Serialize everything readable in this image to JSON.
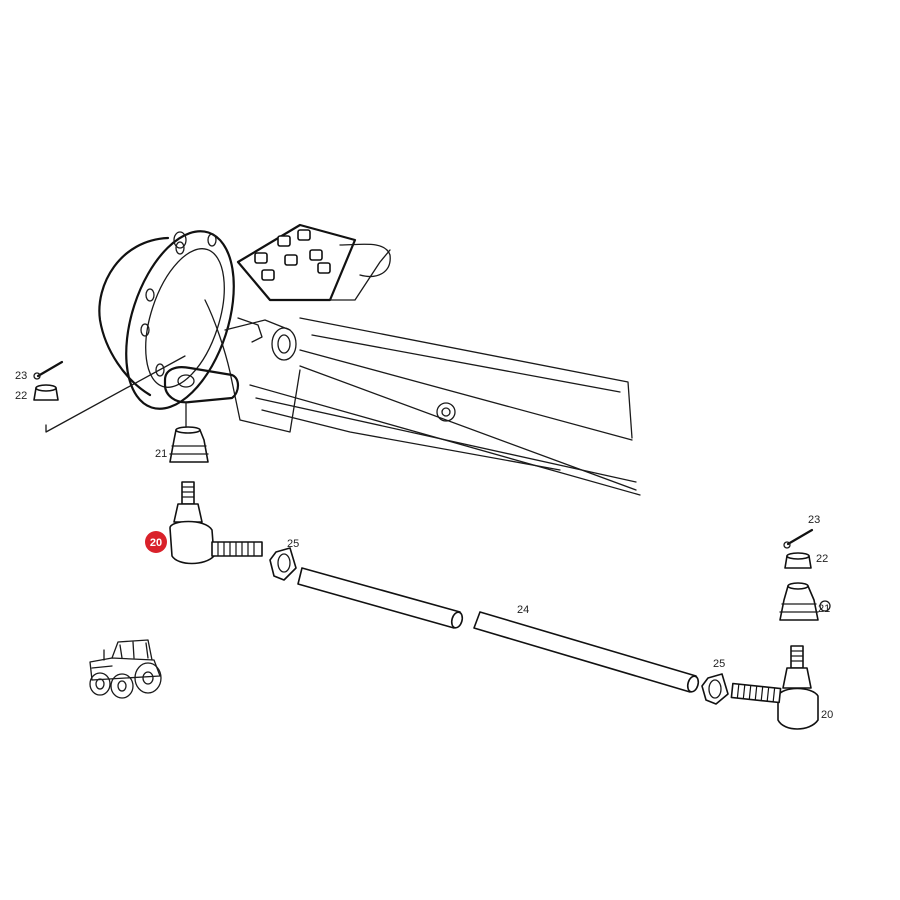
{
  "callouts": {
    "highlighted": "20",
    "left_23": "23",
    "left_22": "22",
    "left_21": "21",
    "left_25": "25",
    "center_24": "24",
    "right_23": "23",
    "right_22": "22",
    "right_21": "21",
    "right_25": "25",
    "right_20": "20"
  },
  "colors": {
    "highlight_badge": "#d9212a",
    "line": "#1a1a1a",
    "background": "#ffffff"
  }
}
